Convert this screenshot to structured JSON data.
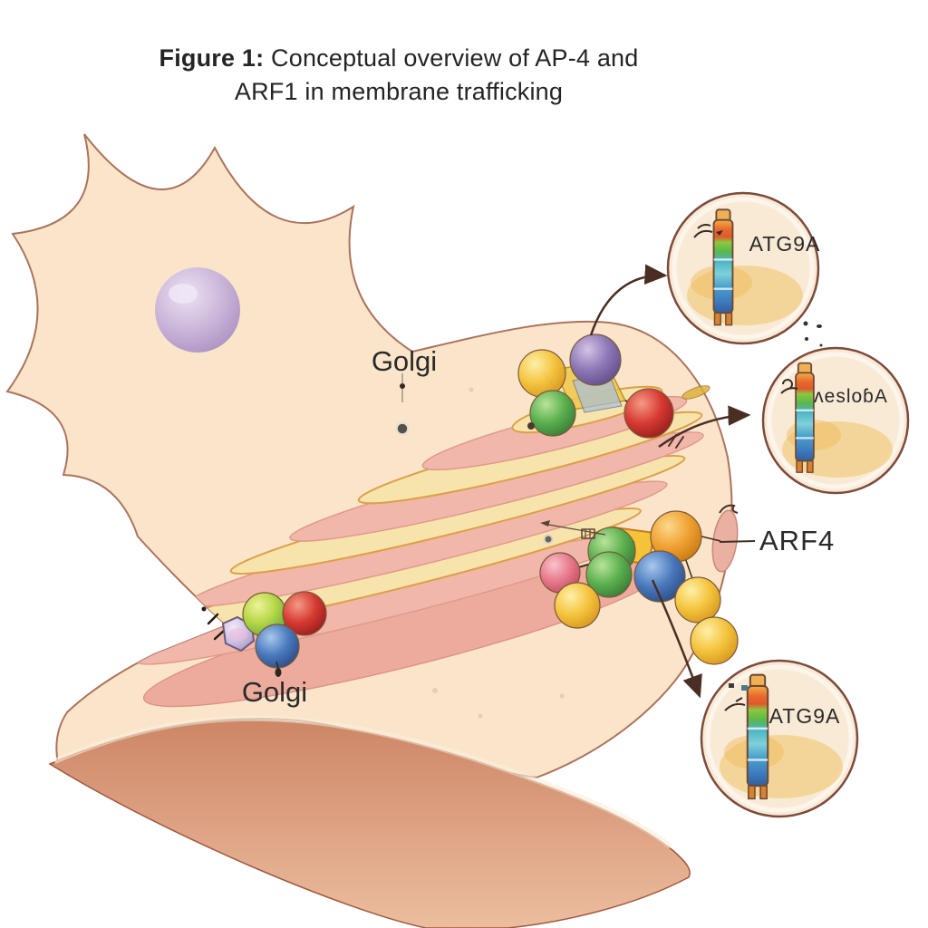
{
  "figure_title": {
    "prefix": "Figure 1:",
    "line1": "Conceptual overview of AP-4 and",
    "line2": "ARF1 in membrane trafficking"
  },
  "labels": {
    "golgi_top": "Golgi",
    "golgi_bottom": "Golgi",
    "arf4": "ARF4"
  },
  "vesicle_insets": [
    {
      "label": "ATG9A",
      "icon": "transmembrane-protein-icon"
    },
    {
      "label": "ʌesloɓA",
      "icon": "transmembrane-protein-icon"
    },
    {
      "label": "ATG9A",
      "icon": "transmembrane-protein-icon"
    }
  ],
  "colors": {
    "background": "#ffffff",
    "text": "#2a2a2a",
    "cell_fill": "#fae5c9",
    "cell_outline": "#a96f58",
    "nucleus_fill": "#bfa8d1",
    "nucleus_highlight": "#e7ddf0",
    "golgi_cream": "#f7e3ac",
    "golgi_cream_edge": "#dca045",
    "golgi_pink": "#f1b7ab",
    "golgi_pink_edge": "#e09a8a",
    "golgi_base": "#edab9e",
    "membrane_band": "#d28f73",
    "membrane_band_light": "#f0c7ac",
    "membrane_edge": "#a3583f",
    "vesicle_fill": "#f9ead6",
    "vesicle_outline": "#7c4b3c",
    "vesicle_lumen": "#f1c267",
    "arrow": "#4a2e24",
    "sphere_yellow": "#f3c23d",
    "sphere_green": "#58ac4f",
    "sphere_red": "#d4342f",
    "sphere_blue": "#4a79bd",
    "sphere_purple": "#8d77b5",
    "sphere_orange": "#ef9f2e",
    "sphere_pink": "#e8798c",
    "protein_column_segments": [
      "#f2ae4a",
      "#e2572e",
      "#6cbb4a",
      "#49b4c6",
      "#3f7fc1"
    ]
  }
}
